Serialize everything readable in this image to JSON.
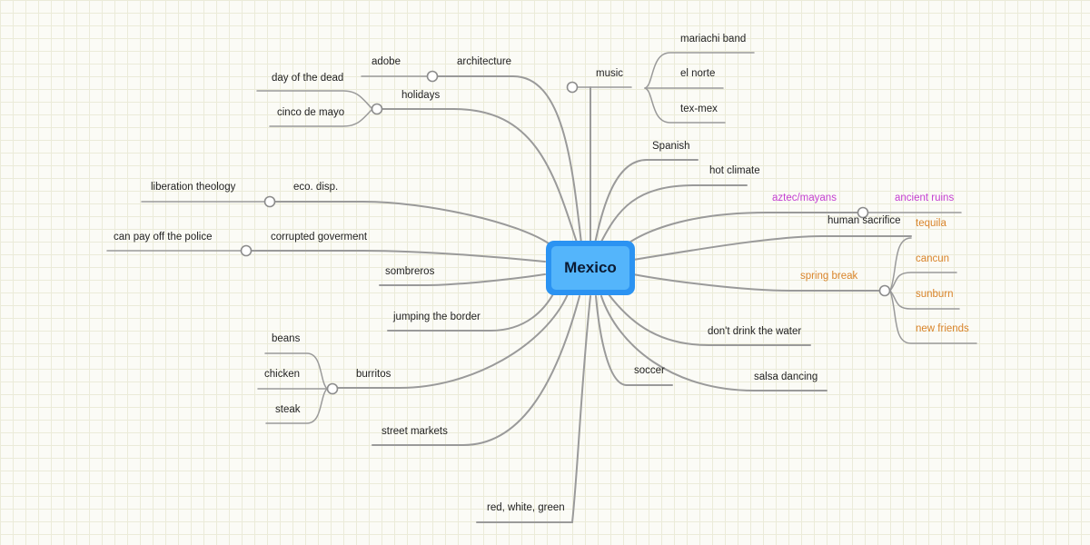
{
  "center": {
    "label": "Mexico"
  },
  "colors": {
    "background": "#fbfbf6",
    "grid": "#ebebd9",
    "line": "#9a9a9a",
    "center_fill": "#54b5fb",
    "center_border": "#2b93f2",
    "orange": "#d9842a",
    "magenta": "#c43fd1"
  },
  "topics": {
    "architecture": "architecture",
    "adobe": "adobe",
    "holidays": "holidays",
    "day_of_the_dead": "day of the dead",
    "cinco_de_mayo": "cinco de mayo",
    "music": "music",
    "mariachi_band": "mariachi band",
    "el_norte": "el norte",
    "tex_mex": "tex-mex",
    "spanish": "Spanish",
    "hot_climate": "hot climate",
    "eco_disp": "eco. disp.",
    "liberation_theology": "liberation theology",
    "aztec_mayans": "aztec/mayans",
    "ancient_ruins": "ancient ruins",
    "human_sacrifice": "human sacrifice",
    "corrupted_goverment": "corrupted goverment",
    "can_pay_off_the_police": "can pay off the police",
    "sombreros": "sombreros",
    "spring_break": "spring break",
    "tequila": "tequila",
    "cancun": "cancun",
    "sunburn": "sunburn",
    "new_friends": "new friends",
    "jumping_the_border": "jumping the border",
    "dont_drink_the_water": "don't drink the water",
    "burritos": "burritos",
    "beans": "beans",
    "chicken": "chicken",
    "steak": "steak",
    "soccer": "soccer",
    "salsa_dancing": "salsa dancing",
    "street_markets": "street markets",
    "red_white_green": "red, white, green"
  }
}
